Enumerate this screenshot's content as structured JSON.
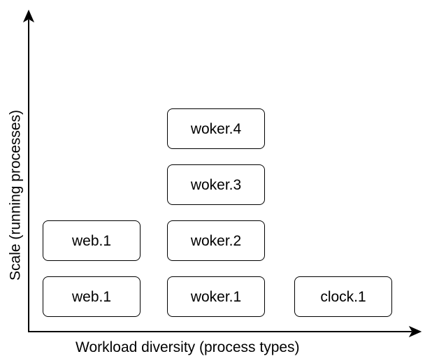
{
  "axes": {
    "x_label": "Workload diversity (process types)",
    "y_label": "Scale (running processes)"
  },
  "columns": [
    {
      "processes": [
        "web.1",
        "web.1"
      ]
    },
    {
      "processes": [
        "woker.1",
        "woker.2",
        "woker.3",
        "woker.4"
      ]
    },
    {
      "processes": [
        "clock.1"
      ]
    }
  ],
  "colors": {
    "stroke": "#000000",
    "background": "#ffffff"
  }
}
